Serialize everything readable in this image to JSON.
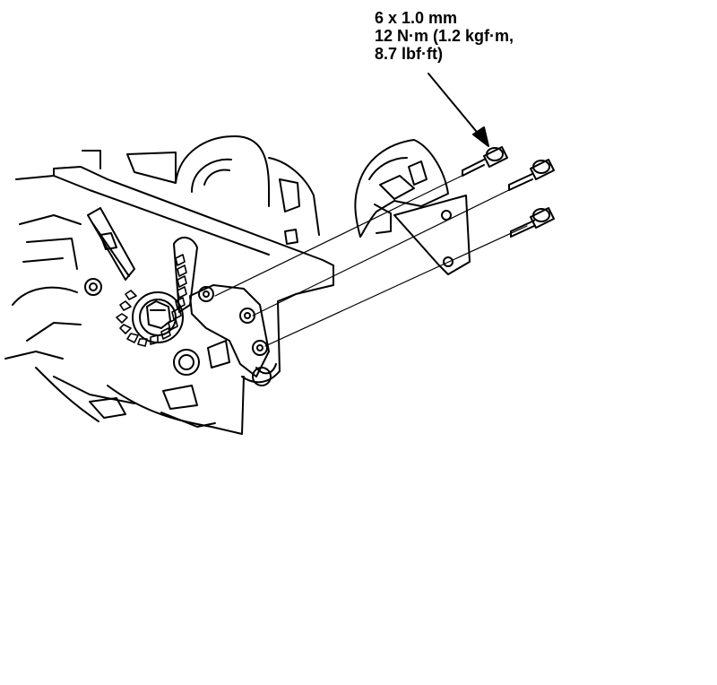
{
  "callout": {
    "spec_line1": "6 x 1.0 mm",
    "spec_line2": "12 N·m (1.2 kgf·m,",
    "spec_line3": "8.7 lbf·ft)"
  },
  "colors": {
    "line": "#000000",
    "background": "#ffffff"
  }
}
